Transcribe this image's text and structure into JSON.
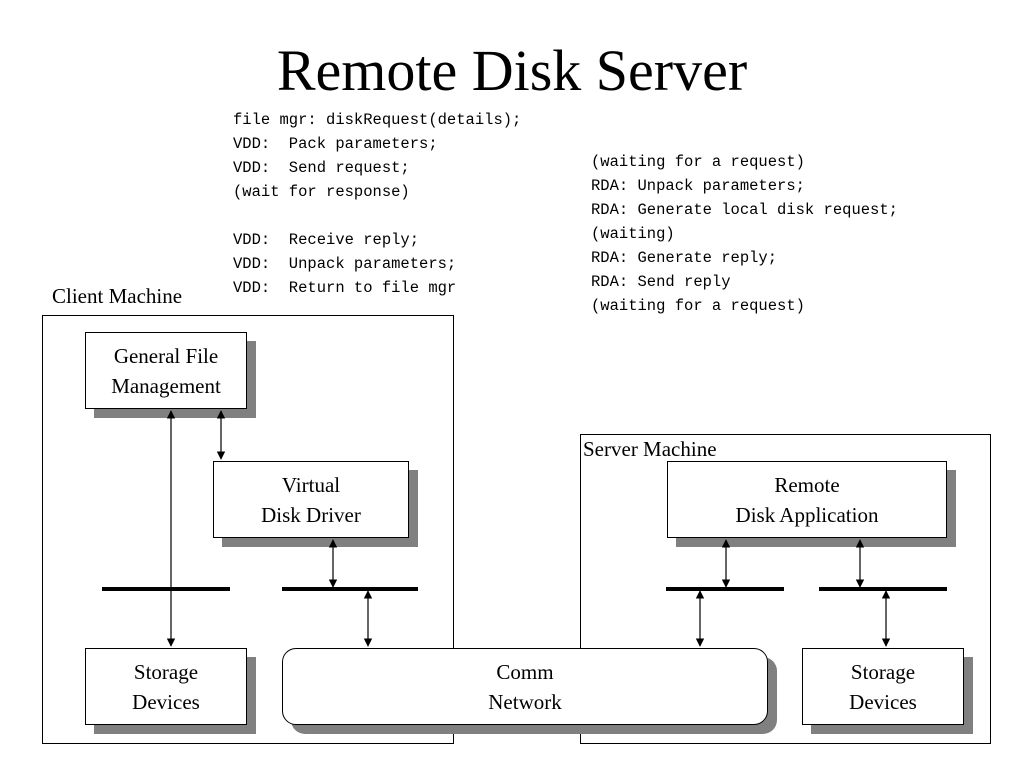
{
  "title": "Remote Disk Server",
  "client_steps": [
    "file mgr: diskRequest(details);",
    "VDD:  Pack parameters;",
    "VDD:  Send request;",
    "(wait for response)",
    "",
    "VDD:  Receive reply;",
    "VDD:  Unpack parameters;",
    "VDD:  Return to file mgr"
  ],
  "server_steps": [
    "(waiting for a request)",
    "RDA: Unpack parameters;",
    "RDA: Generate local disk request;",
    "(waiting)",
    "RDA: Generate reply;",
    "RDA: Send reply",
    "(waiting for a request)"
  ],
  "client_machine": {
    "label": "Client Machine",
    "file_mgmt": [
      "General File",
      "Management"
    ],
    "vdd": [
      "Virtual",
      "Disk Driver"
    ],
    "storage": [
      "Storage",
      "Devices"
    ]
  },
  "server_machine": {
    "label": "Server Machine",
    "rda": [
      "Remote",
      "Disk Application"
    ],
    "storage": [
      "Storage",
      "Devices"
    ]
  },
  "network": [
    "Comm",
    "Network"
  ]
}
